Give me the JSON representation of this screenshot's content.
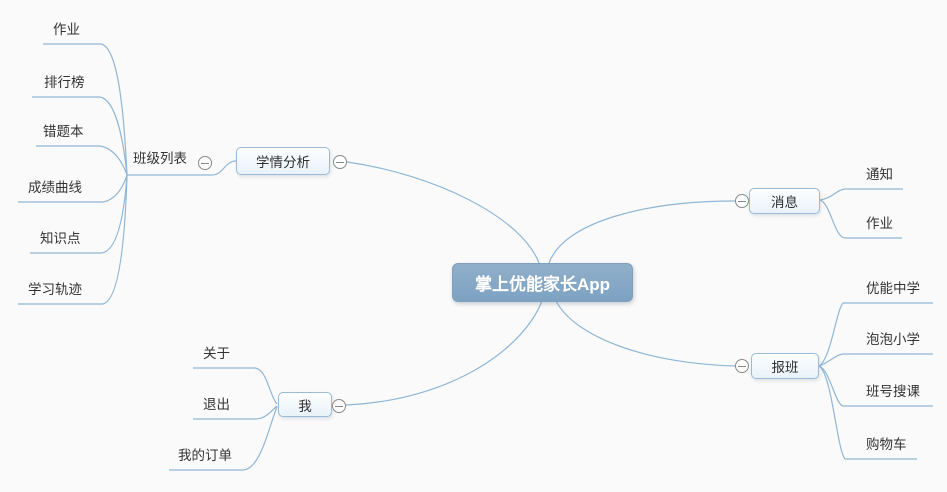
{
  "colors": {
    "background": "#fafafa",
    "edge_line": "#8fb6d6",
    "central_fill": "#7da2c2",
    "central_text": "#ffffff",
    "topic_border": "#9abbd8",
    "topic_fill": "#e9f2f9",
    "label_text": "#333333",
    "collapse_icon": "#898989"
  },
  "icons": {
    "collapse": "minus-circle"
  },
  "map": {
    "central": "掌上优能家长App",
    "branches": [
      {
        "label": "学情分析",
        "side": "left",
        "child": {
          "label": "班级列表",
          "leaves": [
            "作业",
            "排行榜",
            "错题本",
            "成绩曲线",
            "知识点",
            "学习轨迹"
          ]
        }
      },
      {
        "label": "消息",
        "side": "right",
        "leaves": [
          "通知",
          "作业"
        ]
      },
      {
        "label": "报班",
        "side": "right",
        "leaves": [
          "优能中学",
          "泡泡小学",
          "班号搜课",
          "购物车"
        ]
      },
      {
        "label": "我",
        "side": "left",
        "leaves": [
          "关于",
          "退出",
          "我的订单"
        ]
      }
    ]
  }
}
